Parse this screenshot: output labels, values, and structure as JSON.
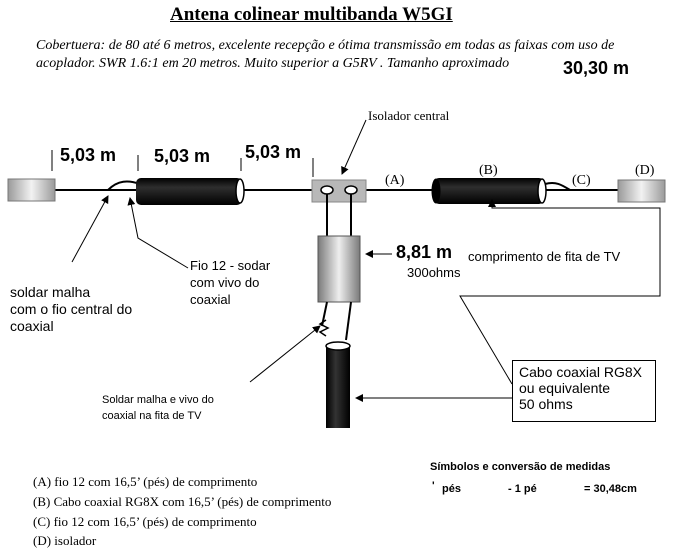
{
  "title": "Antena colinear multibanda W5GI",
  "coverage": {
    "line1": "Cobertuera: de 80 até 6 metros, excelente recepção e ótima transmissão em todas as faixas com uso  de",
    "line2": "acoplador. SWR 1.6:1 em 20 metros. Muito superior a G5RV . Tamanho aproximado",
    "total_size": "30,30 m"
  },
  "dimensions": {
    "seg1": "5,03 m",
    "seg2": "5,03 m",
    "seg3": "5,03 m",
    "ladder_length": "8,81 m",
    "ladder_desc": "comprimento de fita de TV",
    "ladder_impedance": "300ohms"
  },
  "labels": {
    "central_insulator": "Isolador central",
    "point_a": "(A)",
    "point_b": "(B)",
    "point_c": "(C)",
    "point_d": "(D)",
    "solder_shield": [
      "soldar  malha",
      "com o fio central do",
      "coaxial"
    ],
    "wire12": [
      "Fio 12 - sodar",
      "com vivo do",
      "coaxial"
    ],
    "solder_ladder": [
      "Soldar malha e vivo do",
      "coaxial na fita de TV"
    ],
    "coax_box": [
      "Cabo coaxial RG8X",
      "ou equivalente",
      "50 ohms"
    ]
  },
  "legend": [
    "(A) fio 12 com 16,5’ (pés) de comprimento",
    "(B) Cabo coaxial RG8X com 16,5’ (pés) de comprimento",
    "(C) fio 12 com 16,5’ (pés) de comprimento",
    "(D) isolador"
  ],
  "symbols": {
    "title": "Símbolos e conversão de medidas",
    "mark": "'",
    "unit": "pés",
    "dash": "- 1 pé",
    "equals": "= 30,48cm"
  }
}
